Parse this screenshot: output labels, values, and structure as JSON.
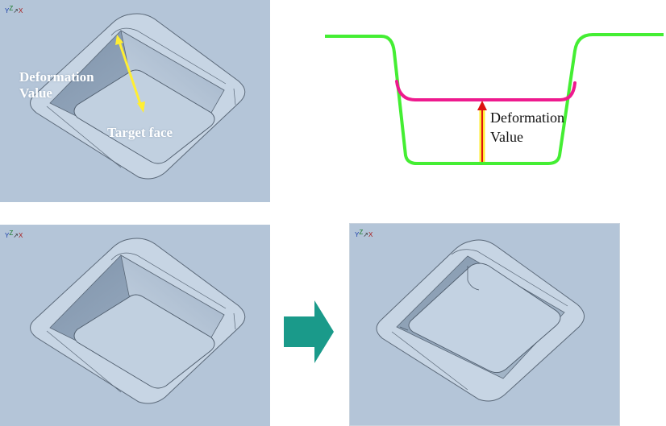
{
  "triad": {
    "y": "Y",
    "z": "Z",
    "x": "X"
  },
  "top_left": {
    "deformation_label_line1": "Deformation",
    "deformation_label_line2": "Value",
    "target_face_label": "Target face"
  },
  "section": {
    "deformation_label_line1": "Deformation",
    "deformation_label_line2": "Value"
  },
  "colors": {
    "viewport_bg": "#b4c5d8",
    "original_profile": "#44ee33",
    "deformed_face": "#ee1a8e",
    "arrow_yellow": "#ffee33",
    "arrow_red": "#dd1111",
    "transition_arrow": "#1a9a8a"
  }
}
